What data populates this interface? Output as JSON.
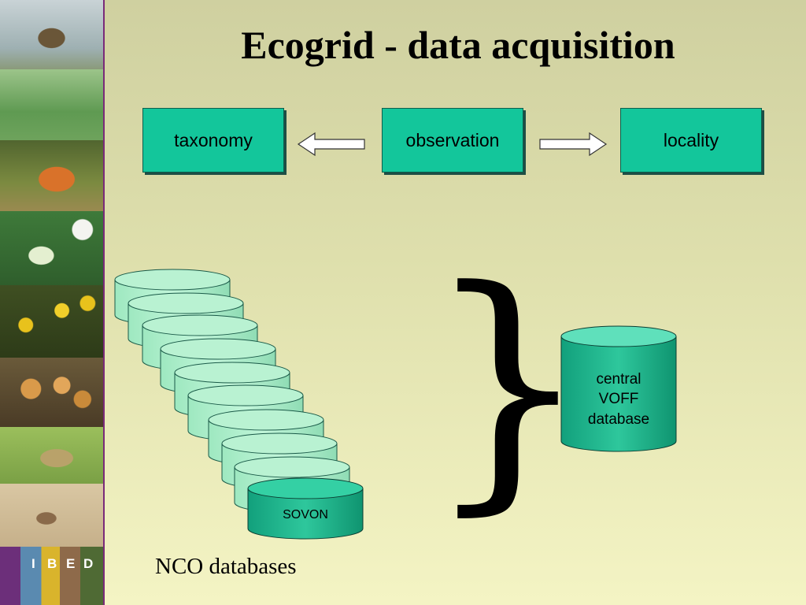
{
  "title": "Ecogrid - data acquisition",
  "sidebar": {
    "photos": [
      "bird-photo",
      "dragonfly-photo",
      "fox-photo",
      "butterfly-flower-photo",
      "yellow-flowers-photo",
      "mushrooms-photo",
      "frog-photo",
      "beetle-photo",
      "ibed-logo-strip"
    ],
    "logo_letters": [
      "I",
      "B",
      "E",
      "D"
    ]
  },
  "concepts": {
    "left": "taxonomy",
    "center": "observation",
    "right": "locality"
  },
  "nco": {
    "front_label": "SOVON",
    "caption": "NCO databases"
  },
  "central_db": {
    "line1": "central",
    "line2": "VOFF",
    "line3": "database"
  },
  "brace_glyph": "}",
  "colors": {
    "concept_fill": "#13c69b",
    "cylinder_light": "#a8f0c8",
    "cylinder_dark": "#1eb08a",
    "sidebar_border": "#7a2a7a"
  }
}
